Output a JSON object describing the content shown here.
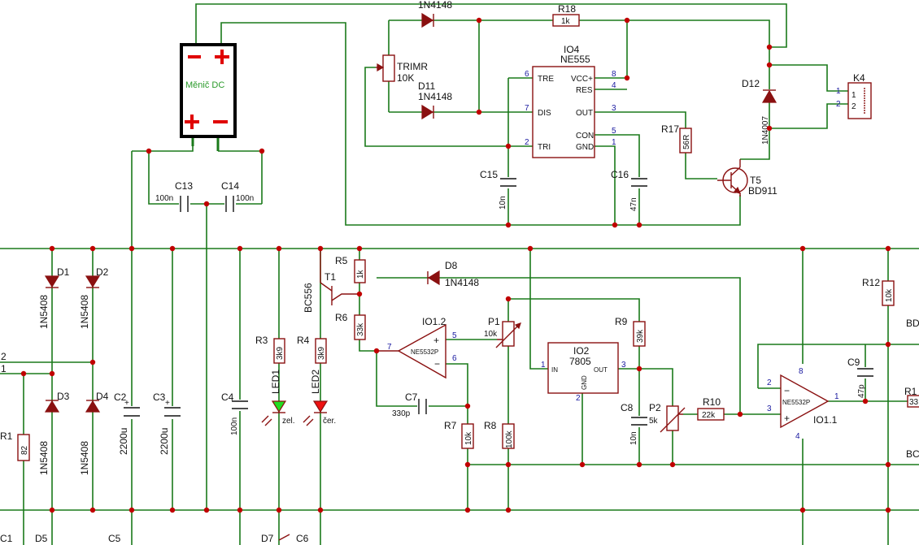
{
  "parts": {
    "d1": {
      "ref": "D1",
      "value": "1N5408"
    },
    "d2": {
      "ref": "D2",
      "value": "1N5408"
    },
    "d3": {
      "ref": "D3",
      "value": "1N5408"
    },
    "d4": {
      "ref": "D4",
      "value": "1N5408"
    },
    "c2": {
      "ref": "C2",
      "value": "2200u"
    },
    "c3": {
      "ref": "C3",
      "value": "2200u"
    },
    "c4": {
      "ref": "C4",
      "value": "100n"
    },
    "r1": {
      "ref": "R1",
      "value": "82"
    },
    "r3": {
      "ref": "R3",
      "value": "3k9"
    },
    "r4": {
      "ref": "R4",
      "value": "3k9"
    },
    "led1": {
      "ref": "LED1",
      "value": "zel."
    },
    "led2": {
      "ref": "LED2",
      "value": "čer."
    },
    "t1": {
      "ref": "T1",
      "value": "BC556"
    },
    "r5": {
      "ref": "R5",
      "value": "1k"
    },
    "r6": {
      "ref": "R6",
      "value": "33k"
    },
    "d8": {
      "ref": "D8",
      "value": "1N4148"
    },
    "io12": {
      "ref": "IO1.2",
      "value": "NE5532P"
    },
    "p1": {
      "ref": "P1",
      "value": "10k"
    },
    "io2": {
      "ref": "IO2",
      "value": "7805"
    },
    "r9": {
      "ref": "R9",
      "value": "39k"
    },
    "c7": {
      "ref": "C7",
      "value": "330p"
    },
    "r7": {
      "ref": "R7",
      "value": "10k"
    },
    "r8": {
      "ref": "R8",
      "value": "100k"
    },
    "c8": {
      "ref": "C8",
      "value": "10n"
    },
    "p2": {
      "ref": "P2",
      "value": "5k"
    },
    "r10": {
      "ref": "R10",
      "value": "22k"
    },
    "io11": {
      "ref": "IO1.1",
      "value": "NE5532P"
    },
    "c9": {
      "ref": "C9",
      "value": "47p"
    },
    "r12": {
      "ref": "R12",
      "value": "10k"
    },
    "c13": {
      "ref": "C13",
      "value": "100n"
    },
    "c14": {
      "ref": "C14",
      "value": "100n"
    },
    "converter": {
      "label": "Měnič DC",
      "minus": "−",
      "plus": "+"
    },
    "d10": {
      "value": "1N4148"
    },
    "r18": {
      "ref": "R18",
      "value": "1k"
    },
    "trimr": {
      "ref": "TRIMR",
      "value": "10K"
    },
    "d11": {
      "ref": "D11",
      "value": "1N4148"
    },
    "io4": {
      "ref": "IO4",
      "value": "NE555"
    },
    "c15": {
      "ref": "C15",
      "value": "10n"
    },
    "c16": {
      "ref": "C16",
      "value": "47n"
    },
    "r17": {
      "ref": "R17",
      "value": "56R"
    },
    "t5": {
      "ref": "T5",
      "value": "BD911"
    },
    "d12": {
      "ref": "D12",
      "value": "1N4007"
    },
    "k4": {
      "ref": "K4",
      "pin1": "1",
      "pin2": "2",
      "conn1": "1",
      "conn2": "2"
    },
    "c1": {
      "ref": "C1"
    },
    "d5": {
      "ref": "D5"
    },
    "c5": {
      "ref": "C5"
    },
    "d7": {
      "ref": "D7"
    },
    "c6": {
      "ref": "C6"
    }
  },
  "ne555_pins": {
    "tre": "TRE",
    "dis": "DIS",
    "tri": "TRI",
    "vcc": "VCC+",
    "res": "RES",
    "out": "OUT",
    "con": "CON",
    "gnd": "GND",
    "n6": "6",
    "n7": "7",
    "n2": "2",
    "n8": "8",
    "n4": "4",
    "n3": "3",
    "n5": "5",
    "n1": "1"
  },
  "reg_pins": {
    "in": "IN",
    "out": "OUT",
    "gnd": "GND",
    "n1": "1",
    "n2": "2",
    "n3": "3"
  },
  "opamp_pins": {
    "a_out": "7",
    "a_plus": "5",
    "a_minus": "6",
    "b_minus": "2",
    "b_plus": "3",
    "b_out": "1",
    "b_vcc": "8",
    "b_gnd": "4"
  },
  "edge_labels": {
    "in2": "2",
    "in1": "1",
    "bd_top": "BD",
    "bc_bot": "BC",
    "r_edge": "R1",
    "r_val": "33"
  }
}
